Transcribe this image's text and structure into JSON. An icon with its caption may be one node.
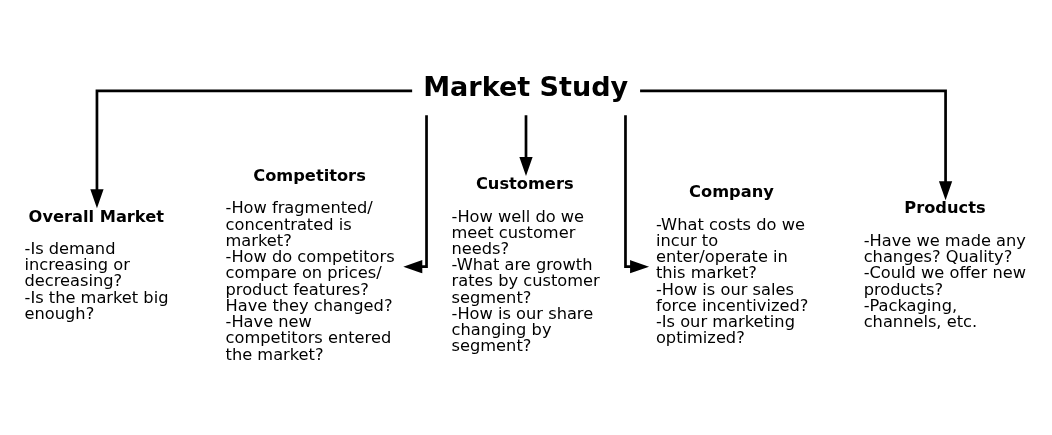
{
  "diagram": {
    "nodes": [
      {
        "text": [
          "Market Study"
        ]
      },
      {
        "text": [
          "Overall Market",
          "-Is demand increasing or decreasing?",
          "-Is the market big enough?"
        ]
      },
      {
        "text": [
          "Competitors",
          "-How fragmented/ concentrated is market?",
          "-How do competitors compare on prices/ product features? Have they changed?",
          "-Have new competitors entered the market?"
        ]
      },
      {
        "text": [
          "Customers",
          "-How well do we meet customer needs?",
          "-What are growth rates by customer segment?",
          "-How is our share changing by segment?"
        ]
      },
      {
        "text": [
          "Company",
          "-What costs do we incur to enter/operate in this market?",
          "-How is our sales force incentivized?",
          "-Is our marketing optimized?"
        ]
      },
      {
        "text": [
          "Products",
          "-Have we made any changes? Quality?",
          "-Could we offer new products?",
          "-Packaging, channels, etc."
        ]
      }
    ],
    "edges": [
      {
        "from": 0,
        "to": 1,
        "arrow": "to"
      },
      {
        "from": 0,
        "to": 2,
        "arrow": "to"
      },
      {
        "from": 0,
        "to": 3,
        "arrow": "to"
      },
      {
        "from": 0,
        "to": 4,
        "arrow": "to"
      },
      {
        "from": 0,
        "to": 5,
        "arrow": "to"
      }
    ]
  }
}
